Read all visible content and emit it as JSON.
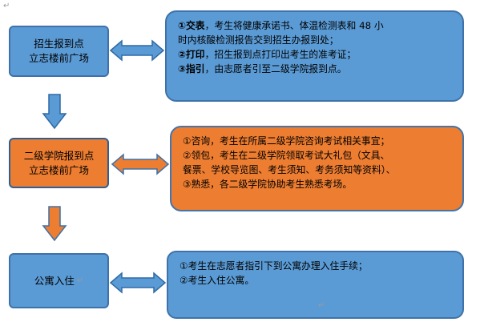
{
  "marks": {
    "top": "↵",
    "stage1_end": "↵",
    "stage3_title_end": "↵",
    "stage3_detail_end": "↵"
  },
  "stages": [
    {
      "title": "招生报到点\n立志楼前广场",
      "color": "#5b9bd5",
      "details": [
        {
          "prefix": "①交表",
          "text": "，考生将健康承诺书、体温检测表和 48 小"
        },
        {
          "prefix": "",
          "text": "时内核酸检测报告交到招生办报到处；"
        },
        {
          "prefix": "②打印",
          "text": "，招生报到点打印出考生的准考证；"
        },
        {
          "prefix": "③指引",
          "text": "，由志愿者引至二级学院报到点。"
        }
      ]
    },
    {
      "title": "二级学院报到点\n立志楼前广场",
      "color": "#ed7d31",
      "details": [
        {
          "prefix": "",
          "text": "①咨询，考生在所属二级学院咨询考试相关事宜；"
        },
        {
          "prefix": "",
          "text": "②领包，考生在二级学院领取考试大礼包（文具、"
        },
        {
          "prefix": "",
          "text": "餐票、学校导览图、考生须知、考务须知等资料）、"
        },
        {
          "prefix": "",
          "text": "③熟悉，各二级学院协助考生熟悉考场。"
        }
      ]
    },
    {
      "title": "公寓入住",
      "color": "#5b9bd5",
      "details": [
        {
          "prefix": "",
          "text": "①考生在志愿者指引下到公寓办理入住手续；"
        },
        {
          "prefix": "",
          "text": "②考生入住公寓。"
        }
      ]
    }
  ],
  "colors": {
    "blue": "#5b9bd5",
    "orange": "#ed7d31",
    "border": "#3f72a8"
  }
}
